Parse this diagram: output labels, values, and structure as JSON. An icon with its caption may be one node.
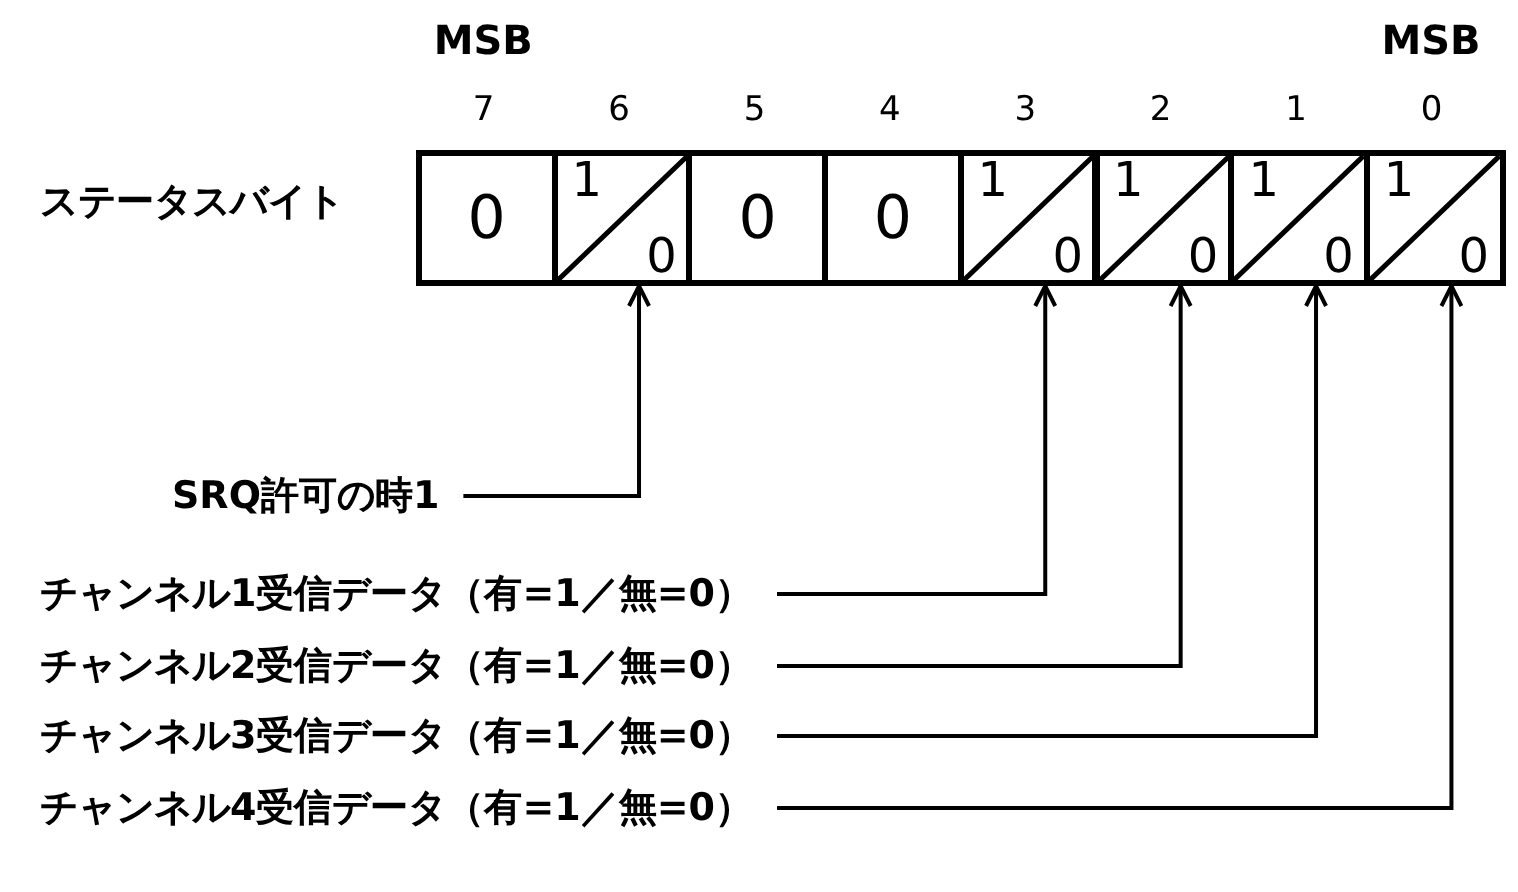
{
  "diagram": {
    "nodes": [
      {
        "text": [
          "0"
        ],
        "beside": [
          "7"
        ]
      },
      {
        "text": [
          "1",
          "0"
        ],
        "beside": [
          "6"
        ]
      },
      {
        "text": [
          "0"
        ],
        "beside": [
          "5"
        ]
      },
      {
        "text": [
          "0"
        ],
        "beside": [
          "4"
        ]
      },
      {
        "text": [
          "1",
          "0"
        ],
        "beside": [
          "3"
        ]
      },
      {
        "text": [
          "1",
          "0"
        ],
        "beside": [
          "2"
        ]
      },
      {
        "text": [
          "1",
          "0"
        ],
        "beside": [
          "1"
        ]
      },
      {
        "text": [
          "1",
          "0"
        ],
        "beside": [
          "0"
        ]
      },
      {
        "text": [
          "SRQ許可の時1"
        ]
      },
      {
        "text": [
          "チャンネル1受信データ（有=1／無=0）"
        ]
      },
      {
        "text": [
          "チャンネル2受信データ（有=1／無=0）"
        ]
      },
      {
        "text": [
          "チャンネル3受信データ（有=1／無=0）"
        ]
      },
      {
        "text": [
          "チャンネル4受信データ（有=1／無=0）"
        ]
      }
    ],
    "edges": [
      {
        "from": 8,
        "to": 1,
        "arrow": "to"
      },
      {
        "from": 9,
        "to": 4,
        "arrow": "to"
      },
      {
        "from": 10,
        "to": 5,
        "arrow": "to"
      },
      {
        "from": 11,
        "to": 6,
        "arrow": "to"
      },
      {
        "from": 12,
        "to": 7,
        "arrow": "to"
      }
    ],
    "labels": [
      "MSB",
      "MSB",
      "ステータスバイト"
    ]
  }
}
